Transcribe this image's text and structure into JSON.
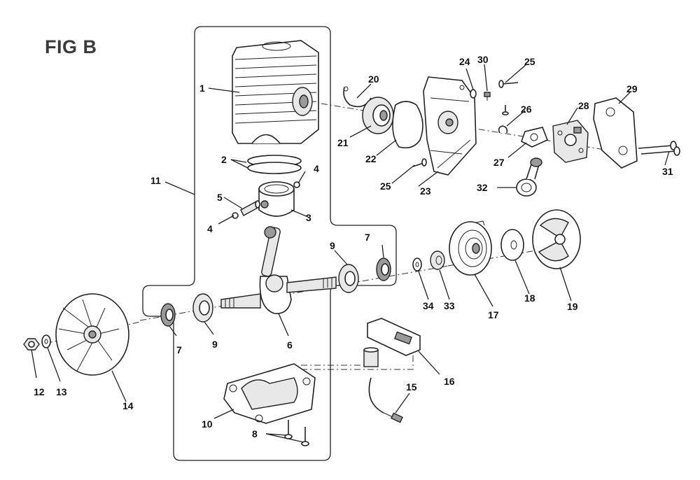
{
  "figure": {
    "title": "FIG B"
  },
  "callouts": [
    {
      "id": "c1",
      "label": "1"
    },
    {
      "id": "c2",
      "label": "2"
    },
    {
      "id": "c3",
      "label": "3"
    },
    {
      "id": "c4a",
      "label": "4"
    },
    {
      "id": "c4b",
      "label": "4"
    },
    {
      "id": "c5",
      "label": "5"
    },
    {
      "id": "c6",
      "label": "6"
    },
    {
      "id": "c7a",
      "label": "7"
    },
    {
      "id": "c7b",
      "label": "7"
    },
    {
      "id": "c8",
      "label": "8"
    },
    {
      "id": "c9a",
      "label": "9"
    },
    {
      "id": "c9b",
      "label": "9"
    },
    {
      "id": "c10",
      "label": "10"
    },
    {
      "id": "c11",
      "label": "11"
    },
    {
      "id": "c12",
      "label": "12"
    },
    {
      "id": "c13",
      "label": "13"
    },
    {
      "id": "c14",
      "label": "14"
    },
    {
      "id": "c15",
      "label": "15"
    },
    {
      "id": "c16",
      "label": "16"
    },
    {
      "id": "c17",
      "label": "17"
    },
    {
      "id": "c18",
      "label": "18"
    },
    {
      "id": "c19",
      "label": "19"
    },
    {
      "id": "c20",
      "label": "20"
    },
    {
      "id": "c21",
      "label": "21"
    },
    {
      "id": "c22",
      "label": "22"
    },
    {
      "id": "c23",
      "label": "23"
    },
    {
      "id": "c24",
      "label": "24"
    },
    {
      "id": "c25a",
      "label": "25"
    },
    {
      "id": "c25b",
      "label": "25"
    },
    {
      "id": "c26",
      "label": "26"
    },
    {
      "id": "c27",
      "label": "27"
    },
    {
      "id": "c28",
      "label": "28"
    },
    {
      "id": "c29",
      "label": "29"
    },
    {
      "id": "c30",
      "label": "30"
    },
    {
      "id": "c31",
      "label": "31"
    },
    {
      "id": "c32",
      "label": "32"
    },
    {
      "id": "c33",
      "label": "33"
    },
    {
      "id": "c34",
      "label": "34"
    }
  ],
  "colors": {
    "line": "#222222",
    "fill_light": "#e8e8e8",
    "fill_dark": "#9a9a9a",
    "title": "#3a3a3a"
  }
}
